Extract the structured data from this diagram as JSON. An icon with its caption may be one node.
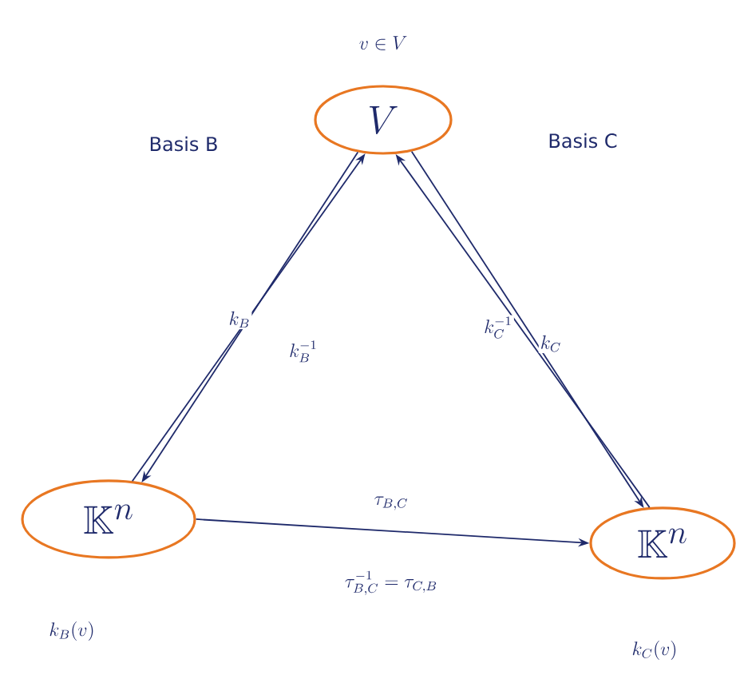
{
  "diagram": {
    "nodes": [
      {
        "text": [
          "V"
        ],
        "beside": [
          "v \\in V"
        ]
      },
      {
        "text": [
          "\\mathbb{K}^n"
        ],
        "beside": [
          "k_B(v)"
        ]
      },
      {
        "text": [
          "\\mathbb{K}^n"
        ],
        "beside": [
          "k_C(v)"
        ]
      }
    ],
    "edges": [
      {
        "from": 0,
        "to": 1,
        "arrow": "to",
        "label": "k_B"
      },
      {
        "from": 1,
        "to": 0,
        "arrow": "to",
        "label": "k_B^{-1}"
      },
      {
        "from": 0,
        "to": 2,
        "arrow": "to",
        "label": "k_C"
      },
      {
        "from": 2,
        "to": 0,
        "arrow": "to",
        "label": "k_C^{-1}"
      },
      {
        "from": 1,
        "to": 2,
        "arrow": "to",
        "label": "\\tau_{B,C}"
      }
    ],
    "labels": [
      "Basis B",
      "Basis C",
      "\\tau_{B,C}^{-1} = \\tau_{C,B}"
    ]
  }
}
